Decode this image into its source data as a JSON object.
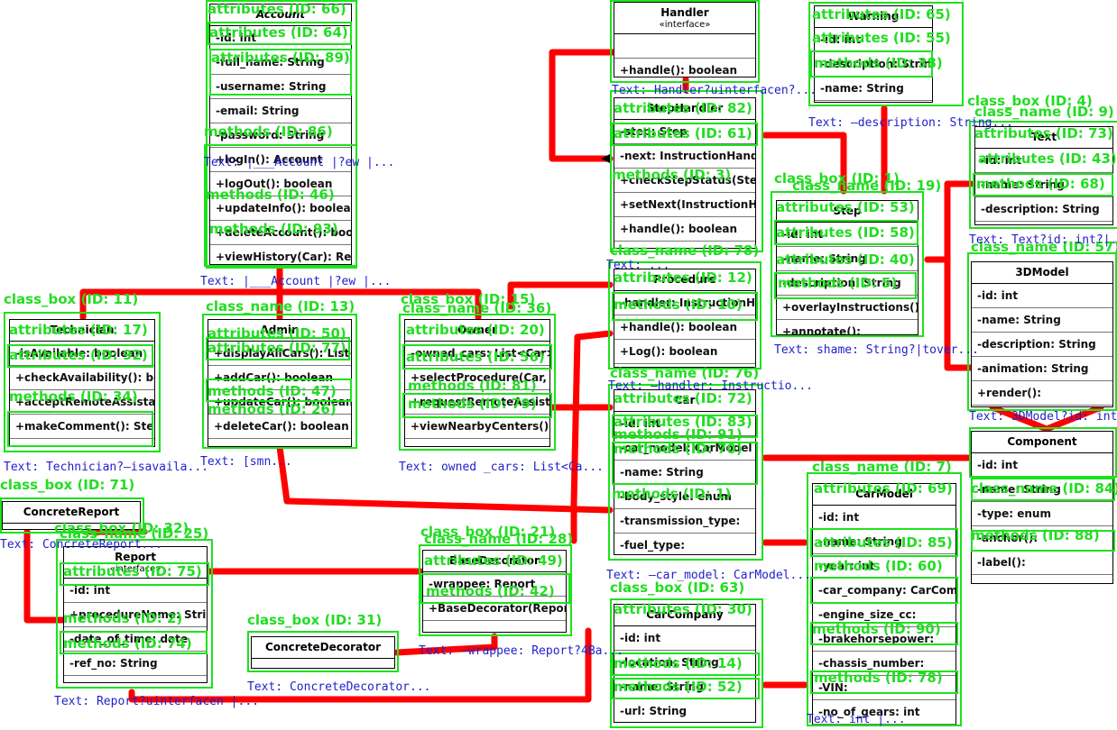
{
  "classes": [
    {
      "key": "account",
      "name": "Account",
      "stereo": "",
      "italic": true,
      "rows": [
        "-id: int",
        "-full_name: String",
        "-username: String",
        "-email: String",
        "-password: String",
        "+logIn(): Account",
        "+logOut(): boolean",
        "+updateInfo(): boolean",
        "+deleteAccount(): boolean",
        "+viewHistory(Car): Repo"
      ]
    },
    {
      "key": "handler",
      "name": "Handler",
      "stereo": "«interface»",
      "rows": [
        "",
        "+handle(): boolean"
      ]
    },
    {
      "key": "warning",
      "name": "Warning",
      "rows": [
        "-id: int",
        "-description: String",
        "-name: String"
      ]
    },
    {
      "key": "stephandler",
      "name": "StepHandler",
      "rows": [
        "-step: Step",
        "-next: InstructionHandler",
        "+checkStepStatus(Step)",
        "+setNext(InstructionHan",
        "+handle(): boolean"
      ]
    },
    {
      "key": "text",
      "name": "Text",
      "rows": [
        "-id: int",
        "-name: String",
        "-description: String"
      ]
    },
    {
      "key": "step",
      "name": "Step",
      "rows": [
        "-id: int",
        "-name: String",
        "-description: String",
        "+overlayInstructions():",
        "+annotate():"
      ]
    },
    {
      "key": "model3d",
      "name": "3DModel",
      "rows": [
        "-id: int",
        "-name: String",
        "-description: String",
        "-animation: String",
        "+render():"
      ]
    },
    {
      "key": "technician",
      "name": "Technician",
      "rows": [
        "-isAvailable: boolean",
        "+checkAvailability(): boo",
        "+acceptRemoteAssistan",
        "+makeComment(): Step"
      ]
    },
    {
      "key": "admin",
      "name": "Admin",
      "rows": [
        "+displayAllCars(): List<C",
        "+addCar(): boolean",
        "+updateCar(): boolean",
        "+deleteCar(): boolean"
      ]
    },
    {
      "key": "owner",
      "name": "Owner",
      "rows": [
        "-owned_cars: List<Car>",
        "+selectProcedure(Car, P",
        "+requestRemoteAssistan",
        "+viewNearbyCenters(): L"
      ]
    },
    {
      "key": "procedure",
      "name": "Procedure",
      "rows": [
        "-handler: InstructionHan",
        "+handle(): boolean",
        "+Log(): boolean"
      ]
    },
    {
      "key": "car",
      "name": "Car",
      "rows": [
        "-id: int",
        "-car_model: CarModel",
        "-name: String",
        "-body_style: enum",
        "-transmission_type:",
        "-fuel_type:"
      ]
    },
    {
      "key": "component",
      "name": "Component",
      "rows": [
        "-id: int",
        "-name: String",
        "-type: enum",
        "-anchor():",
        "-label():"
      ]
    },
    {
      "key": "concretereport",
      "name": "ConcreteReport",
      "rows": []
    },
    {
      "key": "report",
      "name": "Report",
      "stereo": "«interface»",
      "rows": [
        "-id: int",
        "+procedureName: String",
        "-date_of_time: date",
        "-ref_no: String"
      ]
    },
    {
      "key": "basedecorator",
      "name": "BaseDecorator",
      "rows": [
        "-wrappee: Report",
        "+BaseDecorator(Report)"
      ]
    },
    {
      "key": "carmodel",
      "name": "CarModel",
      "rows": [
        "-id: int",
        "-name: String",
        "-year: int",
        "-car_company: CarComp",
        "-engine_size_cc:",
        "-brakehorsepower:",
        "-chassis_number:",
        "-VIN:",
        "-no_of_gears: int"
      ]
    },
    {
      "key": "concretedecorator",
      "name": "ConcreteDecorator",
      "rows": []
    },
    {
      "key": "carcompany",
      "name": "CarCompany",
      "rows": [
        "-id: int",
        "-location: String",
        "-name: String",
        "-url: String"
      ]
    }
  ],
  "green_labels": [
    "attributes (ID: 66)",
    "attributes (ID: 64)",
    "attributes (ID: 89)",
    "methods (ID: 86)",
    "methods (ID: 46)",
    "methods (ID: 93)",
    "attributes (ID: 65)",
    "attributes (ID: 55)",
    "methods (ID: 38)",
    "attributes (ID: 82)",
    "attributes (ID: 61)",
    "methods (ID: 3)",
    "class_box (ID: 4)",
    "class_name (ID: 9)",
    "attributes (ID: 73)",
    "attributes (ID: 43)",
    "methods (ID: 68)",
    "class_box (ID: 1)",
    "class_name (ID: 19)",
    "attributes (ID: 53)",
    "attributes (ID: 58)",
    "attributes (ID: 40)",
    "methods (ID: 5)",
    "class_box (ID: 11)",
    "attributes (ID: 17)",
    "attributes (ID: 92)",
    "methods (ID: 34)",
    "class_name (ID: 13)",
    "attributes (ID: 50)",
    "attributes (ID: 77)",
    "methods (ID: 47)",
    "methods (ID: 26)",
    "class_box (ID: 15)",
    "class_name (ID: 36)",
    "attributes (ID: 20)",
    "attributes (ID: 56)",
    "methods (ID: 81)",
    "methods (ID: 79)",
    "class_name (ID: 78)",
    "attributes (ID: 12)",
    "methods (ID: 10)",
    "class_name (ID: 76)",
    "attributes (ID: 72)",
    "attributes (ID: 83)",
    "methods (ID: 91)",
    "methods (ID: 70)",
    "methods (ID: 1)",
    "class_name (ID: 7)",
    "attributes (ID: 69)",
    "attributes (ID: 85)",
    "methods (ID: 60)",
    "methods (ID: 90)",
    "methods (ID: 78)",
    "class_box (ID: 71)",
    "class_box (ID: 32)",
    "class_name (ID: 25)",
    "attributes (ID: 75)",
    "methods (ID: 2)",
    "methods (ID: 74)",
    "class_box (ID: 21)",
    "class_name (ID: 28)",
    "attributes (ID: 49)",
    "methods (ID: 42)",
    "class_box (ID: 31)",
    "class_box (ID: 63)",
    "attributes (ID: 30)",
    "methods (ID: 14)",
    "methods (ID: 52)",
    "class_name (ID: 84)",
    "methods (ID: 88)",
    "class_name (ID: 57)"
  ],
  "blue_labels": [
    "Text: |___Account |?ew |...",
    "Text: |___Account |?ew |...",
    "Text: Handler?uinterfacen?...",
    "Text: —description: String...",
    "Text: Text?id: int?|...",
    "Text: ...",
    "Text: shame: String?|tover...",
    "Text: —handler: Instructio...",
    "Text: 3DModel?id: int",
    "Text: Technician?—isavaila...",
    "Text: [smn...",
    "Text: owned _cars: List<Ca...",
    "Text: —car_model: CarModel...",
    "Text: ConcreteReport...",
    "Text: —wrappee: Report?4Ba...",
    "Text: Report?uinterfacen |...",
    "Text: ConcreteDecorator...",
    "Text: int |..."
  ],
  "colors": {
    "wire": "#ff0000",
    "box": "#1de21d",
    "text": "#1f1fcc"
  }
}
